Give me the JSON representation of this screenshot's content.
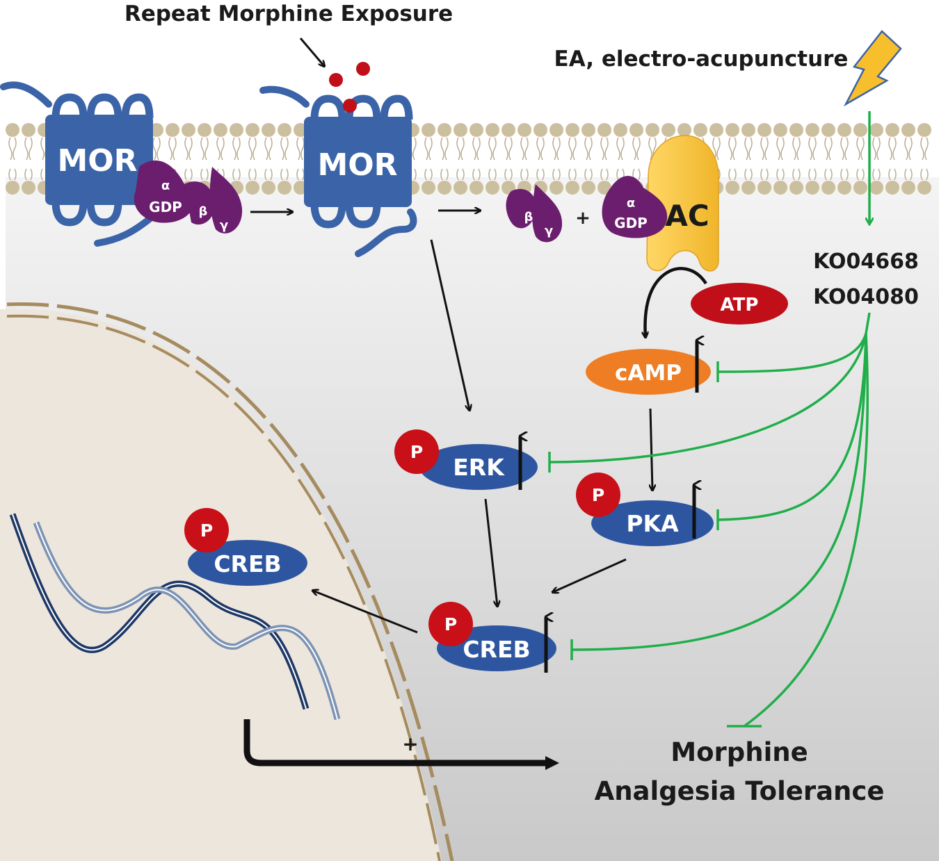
{
  "header": {
    "stimulus": "Repeat Morphine Exposure",
    "ea": "EA, electro-acupuncture"
  },
  "receptors": {
    "mor_left": "MOR",
    "mor_right": "MOR"
  },
  "g_protein": {
    "alpha": "α",
    "gdp": "GDP",
    "beta": "β",
    "gamma": "γ",
    "plus": "+"
  },
  "enzymes": {
    "ac": "AC",
    "atp": "ATP",
    "camp": "cAMP",
    "erk": "ERK",
    "pka": "PKA",
    "creb": "CREB",
    "creb_nucleus": "CREB",
    "phospho": "P"
  },
  "pathways": {
    "ko1": "KO04668",
    "ko2": "KO04080"
  },
  "outcome": {
    "line1": "Morphine",
    "line2": "Analgesia Tolerance",
    "plus": "+"
  },
  "colors": {
    "receptor": "#3a63a8",
    "gprotein": "#6b1d6e",
    "ac": "#f7c23a",
    "atp": "#c00f18",
    "camp": "#ef7d23",
    "kinase": "#2e56a0",
    "phospho": "#c90f17",
    "inhibit": "#1fae4a",
    "nucleus": "#ede6dc",
    "membrane_bead": "#cbbf9f"
  }
}
